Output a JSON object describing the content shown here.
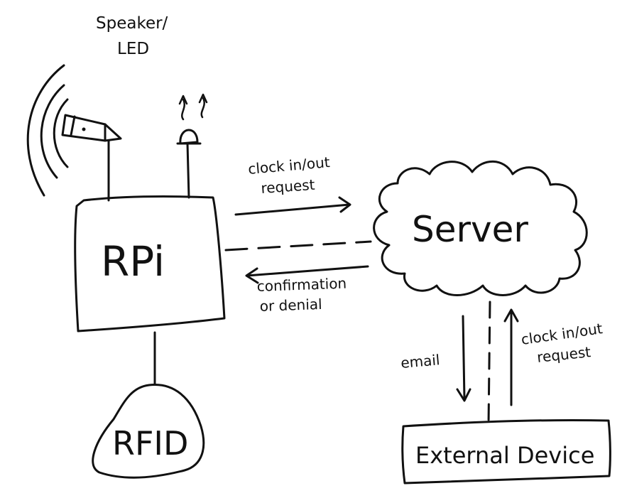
{
  "labels": {
    "speaker_led_line1": "Speaker/",
    "speaker_led_line2": "LED",
    "rpi": "RPi",
    "rfid": "RFID",
    "server": "Server",
    "external_device": "External Device",
    "clock_request_top_line1": "clock in/out",
    "clock_request_top_line2": "request",
    "confirmation_line1": "confirmation",
    "confirmation_line2": "or denial",
    "email": "email",
    "clock_request_right_line1": "clock in/out",
    "clock_request_right_line2": "request"
  },
  "colors": {
    "ink": "#111111",
    "paper": "#ffffff"
  }
}
